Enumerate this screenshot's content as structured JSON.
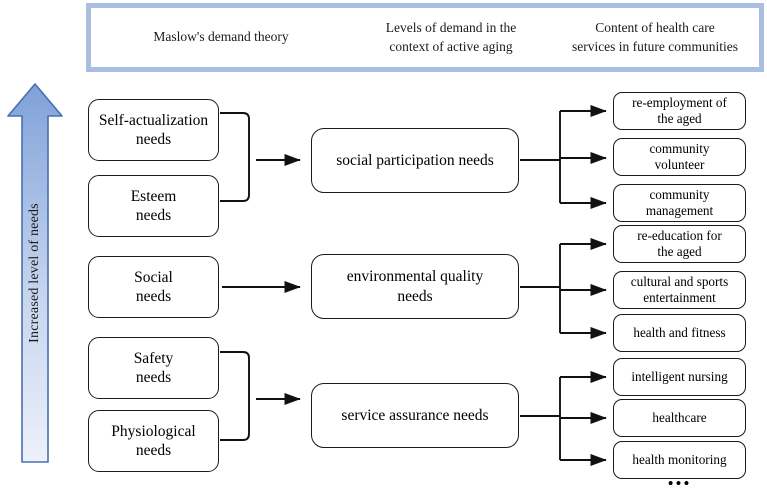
{
  "header": {
    "columns": [
      {
        "label": "Maslow's demand theory"
      },
      {
        "label_line1": "Levels of demand in the",
        "label_line2": "context of active aging"
      },
      {
        "label_line1": "Content of health care",
        "label_line2": "services in future communities"
      }
    ]
  },
  "axis": {
    "label": "Increased level of needs",
    "direction": "up",
    "gradient_top_color": "#8faadc",
    "gradient_bottom_color": "#eef2fa",
    "stroke_color": "#4a6fb0"
  },
  "colors": {
    "header_border": "#aabee0",
    "node_border": "#1b1b1b",
    "connector": "#111111",
    "background": "#ffffff"
  },
  "maslow_levels": [
    {
      "id": "self-actualization",
      "line1": "Self-actualization",
      "line2": "needs"
    },
    {
      "id": "esteem",
      "line1": "Esteem",
      "line2": "needs"
    },
    {
      "id": "social",
      "line1": "Social",
      "line2": "needs"
    },
    {
      "id": "safety",
      "line1": "Safety",
      "line2": "needs"
    },
    {
      "id": "physiological",
      "line1": "Physiological",
      "line2": "needs"
    }
  ],
  "demand_levels": [
    {
      "id": "social-participation",
      "label": "social participation needs"
    },
    {
      "id": "environmental",
      "line1": "environmental quality",
      "line2": "needs"
    },
    {
      "id": "service-assurance",
      "label": "service assurance needs"
    }
  ],
  "services": {
    "group1": [
      {
        "id": "reemployment",
        "line1": "re-employment of",
        "line2": "the aged"
      },
      {
        "id": "volunteer",
        "line1": "community",
        "line2": "volunteer"
      },
      {
        "id": "management",
        "line1": "community",
        "line2": "management"
      }
    ],
    "group2": [
      {
        "id": "reeducation",
        "line1": "re-education for",
        "line2": "the aged"
      },
      {
        "id": "cultural",
        "line1": "cultural and sports",
        "line2": "entertainment"
      },
      {
        "id": "fitness",
        "label": "health and fitness"
      }
    ],
    "group3": [
      {
        "id": "nursing",
        "label": "intelligent nursing"
      },
      {
        "id": "healthcare",
        "label": "healthcare"
      },
      {
        "id": "monitoring",
        "label": "health monitoring"
      }
    ]
  },
  "ellipsis": "•••"
}
